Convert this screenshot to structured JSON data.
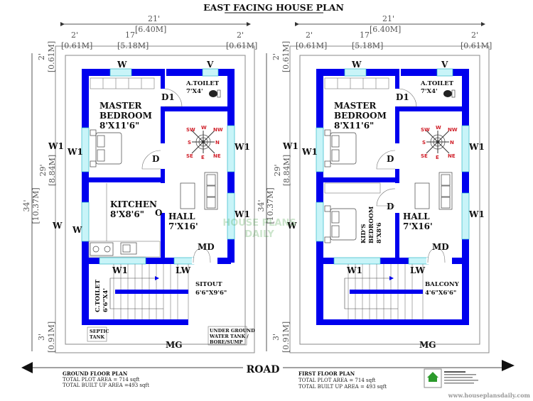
{
  "title": "EAST FACING HOUSE PLAN",
  "dimensions": {
    "width_total_ft": "21'",
    "width_total_m": "[6.40M]",
    "side_margin_ft": "2'",
    "side_margin_m": "[0.61M]",
    "inner_width_ft": "17'",
    "inner_width_m": "[5.18M]",
    "depth_total_ft": "34'",
    "depth_total_m": "[10.37M]",
    "inner_depth_ft": "29'",
    "inner_depth_m": "[8.84M]",
    "front_margin_ft": "2'",
    "front_margin_m": "[0.61M]",
    "rear_margin_ft": "3'",
    "rear_margin_m": "[0.91M]"
  },
  "labels": {
    "window": "W",
    "window1": "W1",
    "ventilator": "V",
    "door": "D",
    "door1": "D1",
    "main_door": "MD",
    "lw": "LW",
    "main_gate": "MG",
    "opening": "O"
  },
  "compass": {
    "n": "N",
    "s": "S",
    "e": "E",
    "w": "W",
    "ne": "NE",
    "nw": "NW",
    "se": "SE",
    "sw": "SW"
  },
  "ground_floor": {
    "master_bedroom": {
      "name_1": "MASTER",
      "name_2": "BEDROOM",
      "size": "8'X11'6\""
    },
    "toilet": {
      "name": "A.TOILET",
      "size": "7'X4'"
    },
    "kitchen": {
      "name": "KITCHEN",
      "size": "8'X8'6\""
    },
    "hall": {
      "name": "HALL",
      "size": "7'X16'"
    },
    "common_toilet": {
      "name": "C.TOILET",
      "size": "6'6\"X4'"
    },
    "sitout": {
      "name": "SITOUT",
      "size": "6'6\"X9'6\""
    },
    "septic_1": "SEPTIC",
    "septic_2": "TANK",
    "sump_1": "UNDER GROUND",
    "sump_2": "WATER TANK /",
    "sump_3": "BORE/SUMP",
    "footer": {
      "title": "GROUND FLOOR PLAN",
      "plot_area": "TOTAL PLOT AREA = 714 sqft",
      "built_up": "TOTAL BUILT UP AREA =493 sqft"
    }
  },
  "first_floor": {
    "master_bedroom": {
      "name_1": "MASTER",
      "name_2": "BEDROOM",
      "size": "8'X11'6\""
    },
    "toilet": {
      "name": "A.TOILET",
      "size": "7'X4'"
    },
    "kids_bedroom": {
      "name_1": "KID'S",
      "name_2": "BEDROOM",
      "size": "8'X8'6"
    },
    "hall": {
      "name": "HALL",
      "size": "7'X16'"
    },
    "balcony": {
      "name": "BALCONY",
      "size": "4'6\"X6'6\""
    },
    "footer": {
      "title": "FIRST FLOOR PLAN",
      "plot_area": "TOTAL PLOT AREA = 714 sqft",
      "built_up": "TOTAL BUILT UP AREA = 493 sqft"
    }
  },
  "road": "ROAD",
  "watermark": {
    "line1": "HOUSE PLANS",
    "line2": "DAILY"
  },
  "logo_text": "HOUSE PLANS DAILY",
  "website": "www.houseplansdaily.com",
  "colors": {
    "wall": "#0000ee",
    "window": "#c8f4f8",
    "compass": "#d0202a"
  }
}
